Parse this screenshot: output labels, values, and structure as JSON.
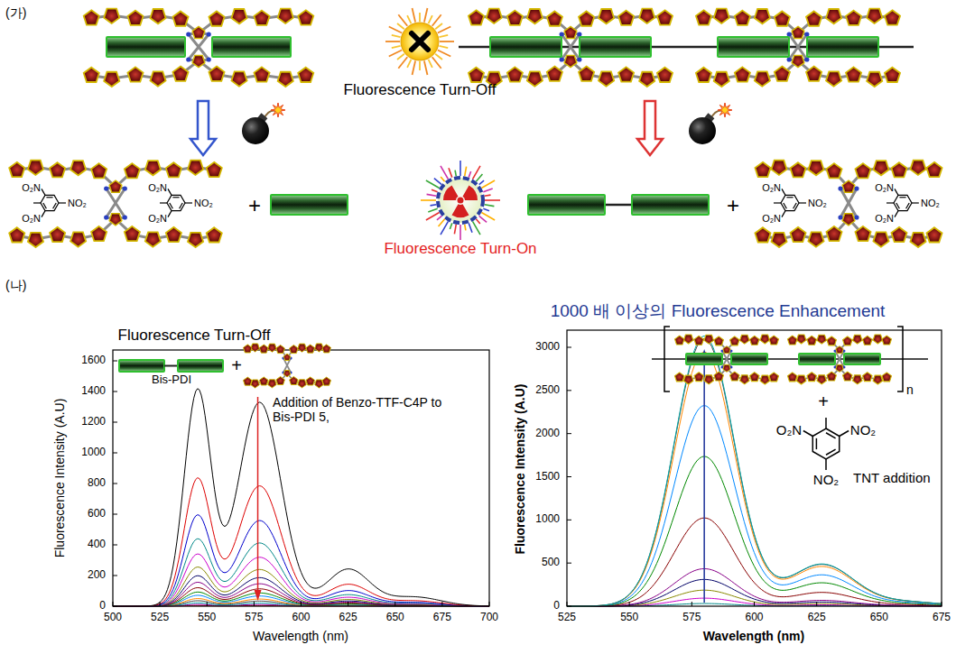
{
  "diagram": {
    "labels": [
      "(가)",
      "Fluorescence Turn-Off",
      "+",
      "Fluorescence Turn-On",
      "+",
      "O₂N",
      "NO₂",
      "O₂N",
      "O₂N",
      "NO₂",
      "O₂N",
      "O₂N",
      "NO₂",
      "O₂N",
      "O₂N",
      "NO₂",
      "O₂N",
      "(나)",
      "Fluorescence Turn-Off",
      "Bis-PDI",
      "+",
      "Addition of Benzo-TTF-C4P to Bis-PDI 5,",
      "Fluorescence Intensity (A.U)",
      "Wavelength (nm)",
      "0",
      "200",
      "400",
      "600",
      "800",
      "1000",
      "1200",
      "1400",
      "1600",
      "500",
      "525",
      "550",
      "575",
      "600",
      "625",
      "650",
      "675",
      "700",
      "1000 배 이상의 Fluorescence Enhancement",
      "n",
      "+",
      "O₂N",
      "NO₂",
      "NO₂",
      "TNT addition",
      "Fluorescence Intensity (A.U)",
      "Wavelength (nm)",
      "0",
      "500",
      "1000",
      "1500",
      "2000",
      "2500",
      "3000",
      "525",
      "550",
      "575",
      "600",
      "625",
      "650",
      "675"
    ]
  }
}
